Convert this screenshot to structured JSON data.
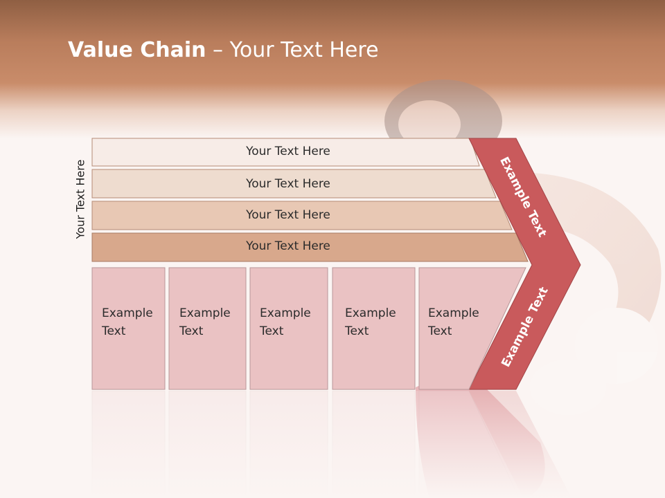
{
  "slide": {
    "title_bold": "Value Chain",
    "title_rest": " – Your Text Here",
    "side_label": "Your Text Here",
    "rows": [
      {
        "label": "Your Text Here"
      },
      {
        "label": "Your Text Here"
      },
      {
        "label": "Your Text Here"
      },
      {
        "label": "Your Text Here"
      }
    ],
    "cards": [
      {
        "line1": "Example",
        "line2": "Text"
      },
      {
        "line1": "Example",
        "line2": "Text"
      },
      {
        "line1": "Example",
        "line2": "Text"
      },
      {
        "line1": "Example",
        "line2": "Text"
      },
      {
        "line1": "Example",
        "line2": "Text"
      }
    ],
    "arrow_upper": "Example Text",
    "arrow_lower": "Example Text"
  },
  "colors": {
    "header": "#b97d5c",
    "row1": "#f7ece7",
    "row2": "#eedccf",
    "row3": "#e8c8b4",
    "row4": "#d8a88c",
    "card": "#eac2c3",
    "arrow": "#c95a5c"
  }
}
